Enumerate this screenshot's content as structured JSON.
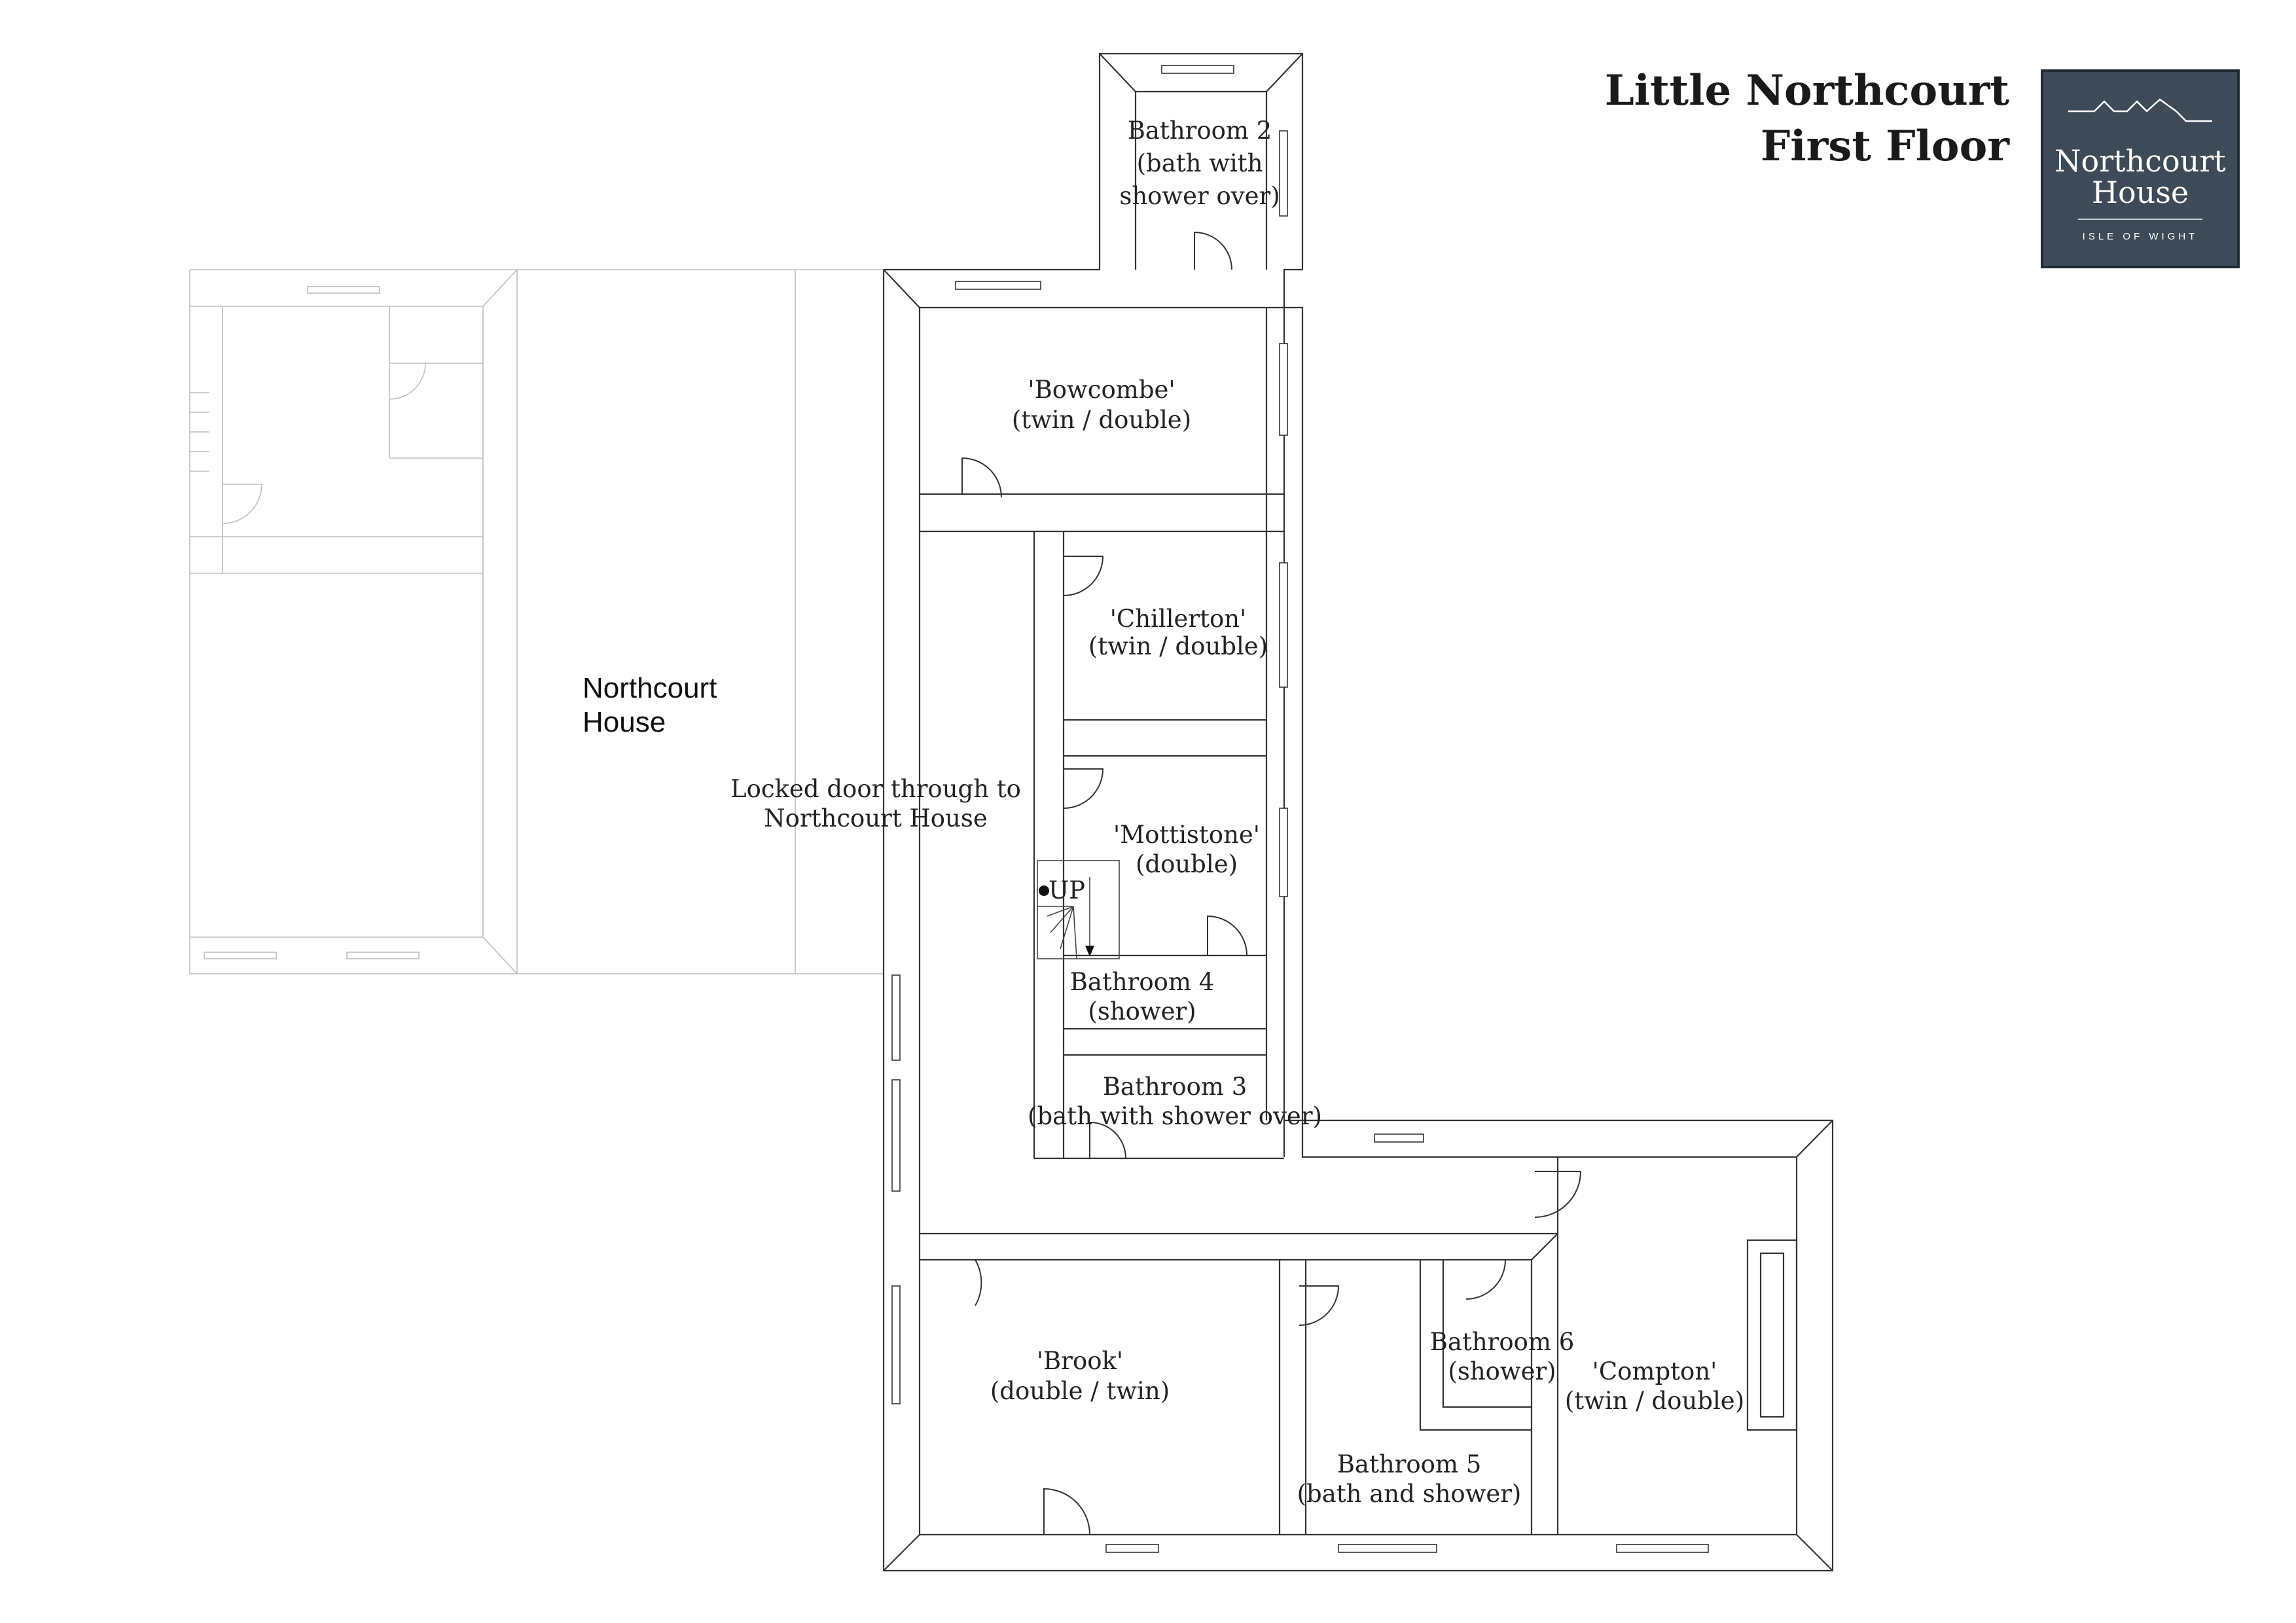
{
  "title": {
    "line1": "Little Northcourt",
    "line2": "First Floor"
  },
  "logo": {
    "name_line1": "Northcourt",
    "name_line2": "House",
    "tagline": "ISLE OF WIGHT",
    "bg_color": "#3d4b58",
    "text_color": "#ffffff"
  },
  "neighbour": {
    "line1": "Northcourt",
    "line2": "House"
  },
  "locked_door": {
    "line1": "Locked door through to",
    "line2": "Northcourt House"
  },
  "stairs": {
    "label": "UP"
  },
  "rooms": {
    "bathroom2": {
      "name": "Bathroom 2",
      "line2": "(bath with",
      "line3": "shower over)"
    },
    "bowcombe": {
      "name": "'Bowcombe'",
      "detail": "(twin / double)"
    },
    "chillerton": {
      "name": "'Chillerton'",
      "detail": "(twin / double)"
    },
    "mottistone": {
      "name": "'Mottistone'",
      "detail": "(double)"
    },
    "bathroom4": {
      "name": "Bathroom 4",
      "detail": "(shower)"
    },
    "bathroom3": {
      "name": "Bathroom 3",
      "detail": "(bath with shower over)"
    },
    "brook": {
      "name": "'Brook'",
      "detail": "(double / twin)"
    },
    "bathroom5": {
      "name": "Bathroom 5",
      "detail": "(bath and shower)"
    },
    "bathroom6": {
      "name": "Bathroom 6",
      "detail": "(shower)"
    },
    "compton": {
      "name": "'Compton'",
      "detail": "(twin / double)"
    }
  },
  "colors": {
    "wall": "#333333",
    "neighbour_wall": "#bdbdbd"
  }
}
